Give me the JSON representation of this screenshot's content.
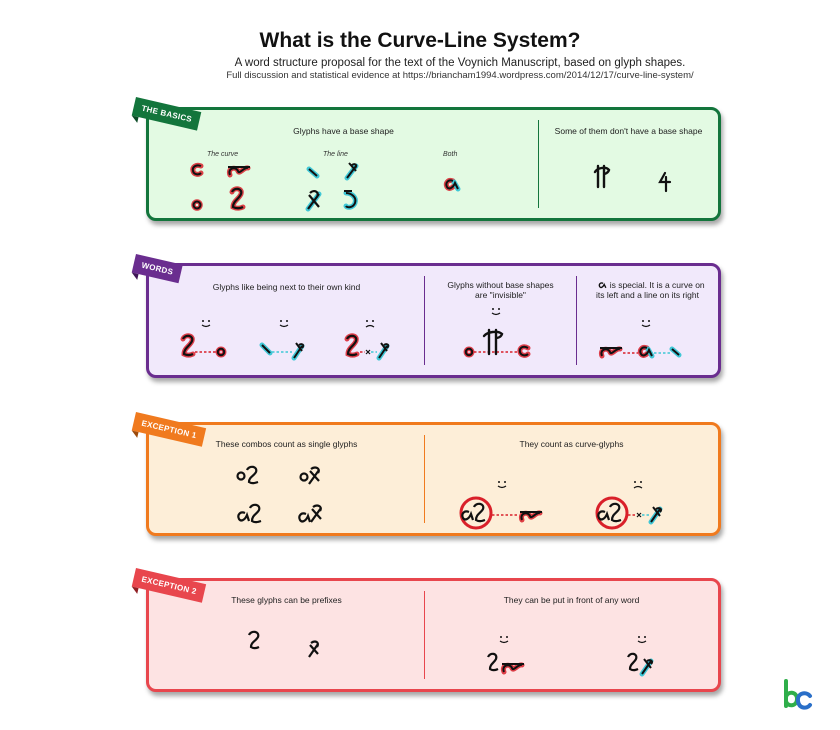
{
  "header": {
    "title": "What is the Curve-Line System?",
    "subtitle": "A word structure proposal for the text of the Voynich Manuscript, based on glyph shapes.",
    "source_line": "Full discussion and statistical evidence at https://briancham1994.wordpress.com/2014/12/17/curve-line-system/"
  },
  "colors": {
    "curve_red": "#d9202a",
    "line_cyan": "#3fc7d6",
    "ink": "#111111",
    "basics_green": "#13753c",
    "basics_fill": "#e3fae3",
    "words_purple": "#6a2d8f",
    "words_fill": "#f1e9fb",
    "exc1_orange": "#f07a1e",
    "exc1_fill": "#fdeed8",
    "exc2_red": "#e8464d",
    "exc2_fill": "#fde3e3",
    "logo_green": "#2fae4a",
    "logo_blue": "#2a6fc8"
  },
  "basics": {
    "ribbon": "THE BASICS",
    "left_header": "Glyphs have a base shape",
    "label_curve": "The curve",
    "label_line": "The line",
    "label_both": "Both",
    "right_header": "Some of them don't have a base shape"
  },
  "words": {
    "ribbon": "WORDS",
    "left_header": "Glyphs like being next to their own kind",
    "mid_header_1": "Glyphs without base shapes",
    "mid_header_2": "are \"invisible\"",
    "right_header_1": "is special. It is a curve on",
    "right_header_2": "its left and a line on its right",
    "mood_happy": "happy-face-icon",
    "mood_sad": "sad-face-icon"
  },
  "exception1": {
    "ribbon": "EXCEPTION 1",
    "left_header": "These combos count as single glyphs",
    "right_header": "They count as curve-glyphs"
  },
  "exception2": {
    "ribbon": "EXCEPTION 2",
    "left_header": "These glyphs can be prefixes",
    "right_header": "They can be put in front of any word"
  },
  "logo": {
    "icon": "bc-logo-icon"
  }
}
